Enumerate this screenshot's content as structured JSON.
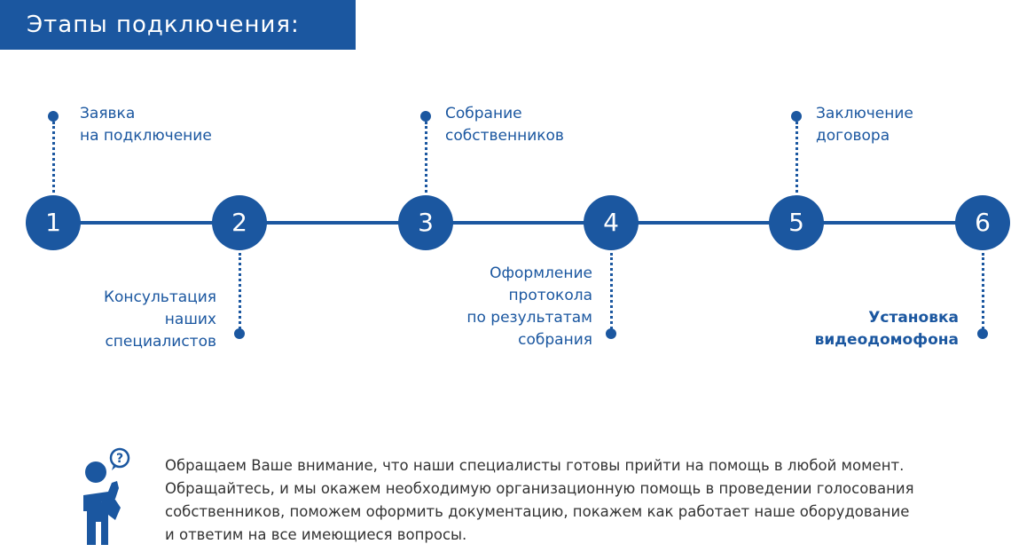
{
  "header": {
    "title": "Этапы подключения:"
  },
  "steps": [
    {
      "number": "1",
      "label": [
        "Заявка",
        "на подключение"
      ]
    },
    {
      "number": "2",
      "label": [
        "Консультация",
        "наших",
        "специалистов"
      ]
    },
    {
      "number": "3",
      "label": [
        "Собрание",
        "собственников"
      ]
    },
    {
      "number": "4",
      "label": [
        "Оформление",
        "протокола",
        "по результатам",
        "собрания"
      ]
    },
    {
      "number": "5",
      "label": [
        "Заключение",
        "договора"
      ]
    },
    {
      "number": "6",
      "label": [
        "Установка",
        "видеодомофона"
      ]
    }
  ],
  "note": {
    "icon": "person-question-icon",
    "lines": [
      "Обращаем Ваше внимание, что наши специалисты готовы прийти на помощь в любой момент.",
      "Обращайтесь, и мы окажем необходимую организационную помощь в проведении голосования",
      "собственников, поможем оформить документацию, покажем как работает наше оборудование",
      "и ответим на все имеющиеся вопросы."
    ]
  },
  "colors": {
    "accent": "#1b57a0"
  }
}
